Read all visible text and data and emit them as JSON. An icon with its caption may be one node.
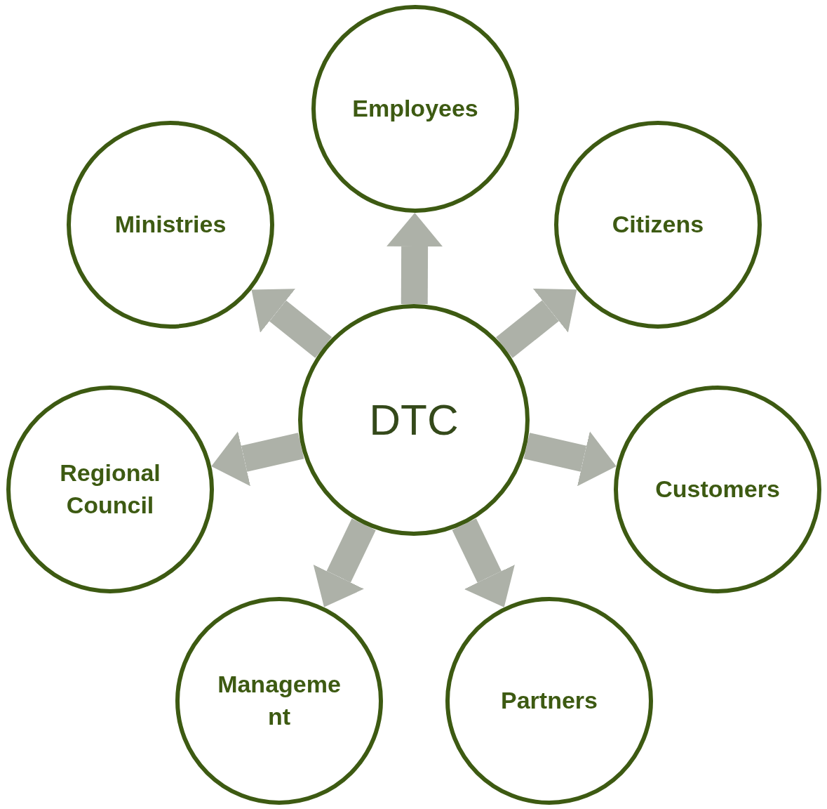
{
  "diagram": {
    "nodes": [
      {
        "text": [
          "DTC"
        ]
      },
      {
        "text": [
          "Employees"
        ]
      },
      {
        "text": [
          "Citizens"
        ]
      },
      {
        "text": [
          "Customers"
        ]
      },
      {
        "text": [
          "Partners"
        ]
      },
      {
        "text": [
          "Management"
        ]
      },
      {
        "text": [
          "Regional Council"
        ]
      },
      {
        "text": [
          "Ministries"
        ]
      }
    ],
    "edges": [
      {
        "from": 0,
        "to": 1,
        "arrow": "to"
      },
      {
        "from": 0,
        "to": 2,
        "arrow": "to"
      },
      {
        "from": 0,
        "to": 3,
        "arrow": "to"
      },
      {
        "from": 0,
        "to": 4,
        "arrow": "to"
      },
      {
        "from": 0,
        "to": 5,
        "arrow": "to"
      },
      {
        "from": 0,
        "to": 6,
        "arrow": "to"
      },
      {
        "from": 0,
        "to": 7,
        "arrow": "to"
      }
    ]
  }
}
